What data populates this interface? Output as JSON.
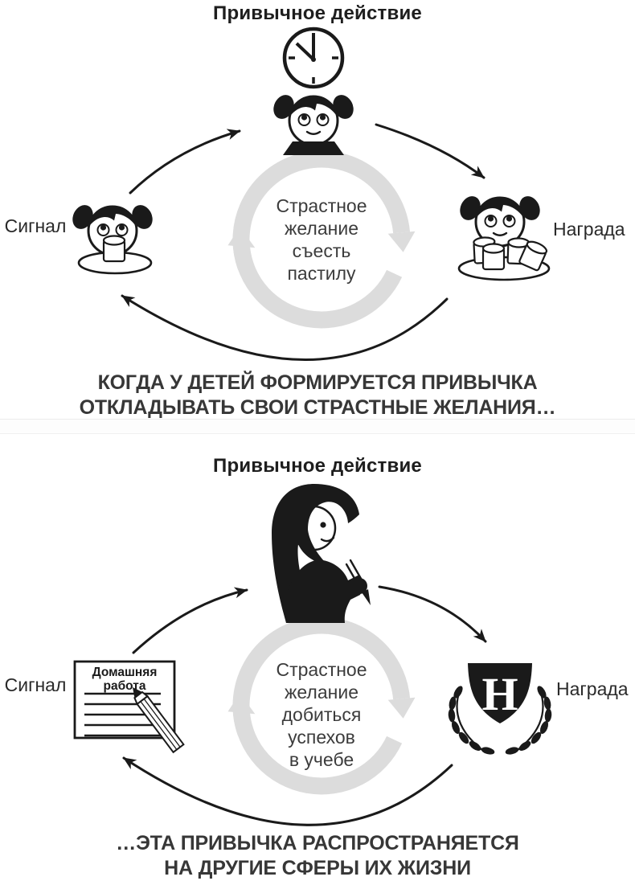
{
  "colors": {
    "ink": "#1a1a1a",
    "loop_gray": "#dcdcdc",
    "caption_text": "#373737",
    "background": "#ffffff"
  },
  "panels": [
    {
      "title": "Привычное действие",
      "cue_label": "Сигнал",
      "reward_label": "Награда",
      "craving": "Страстное\nжелание\nсъесть\nпастилу",
      "caption": "КОГДА У ДЕТЕЙ ФОРМИРУЕТСЯ ПРИВЫЧКА\nОТКЛАДЫВАТЬ СВОИ СТРАСТНЫЕ ЖЕЛАНИЯ…",
      "icons": {
        "routine": [
          "clock-icon",
          "girl-face-icon"
        ],
        "cue": "girl-with-marshmallow-icon",
        "reward": "girl-with-marshmallow-plate-icon",
        "loop": "gray-cycle-arrows-icon"
      }
    },
    {
      "title": "Привычное действие",
      "cue_label": "Сигнал",
      "reward_label": "Награда",
      "craving": "Страстное\nжелание\nдобиться\nуспехов\nв учебе",
      "caption": "…ЭТА ПРИВЫЧКА РАСПРОСТРАНЯЕТСЯ\nНА ДРУГИЕ СФЕРЫ ИХ ЖИЗНИ",
      "homework_sheet_text": "Домашняя\nработа",
      "icons": {
        "routine": "woman-writing-icon",
        "cue": "homework-sheet-icon",
        "reward": "honor-shield-laurel-icon",
        "loop": "gray-cycle-arrows-icon"
      }
    }
  ]
}
